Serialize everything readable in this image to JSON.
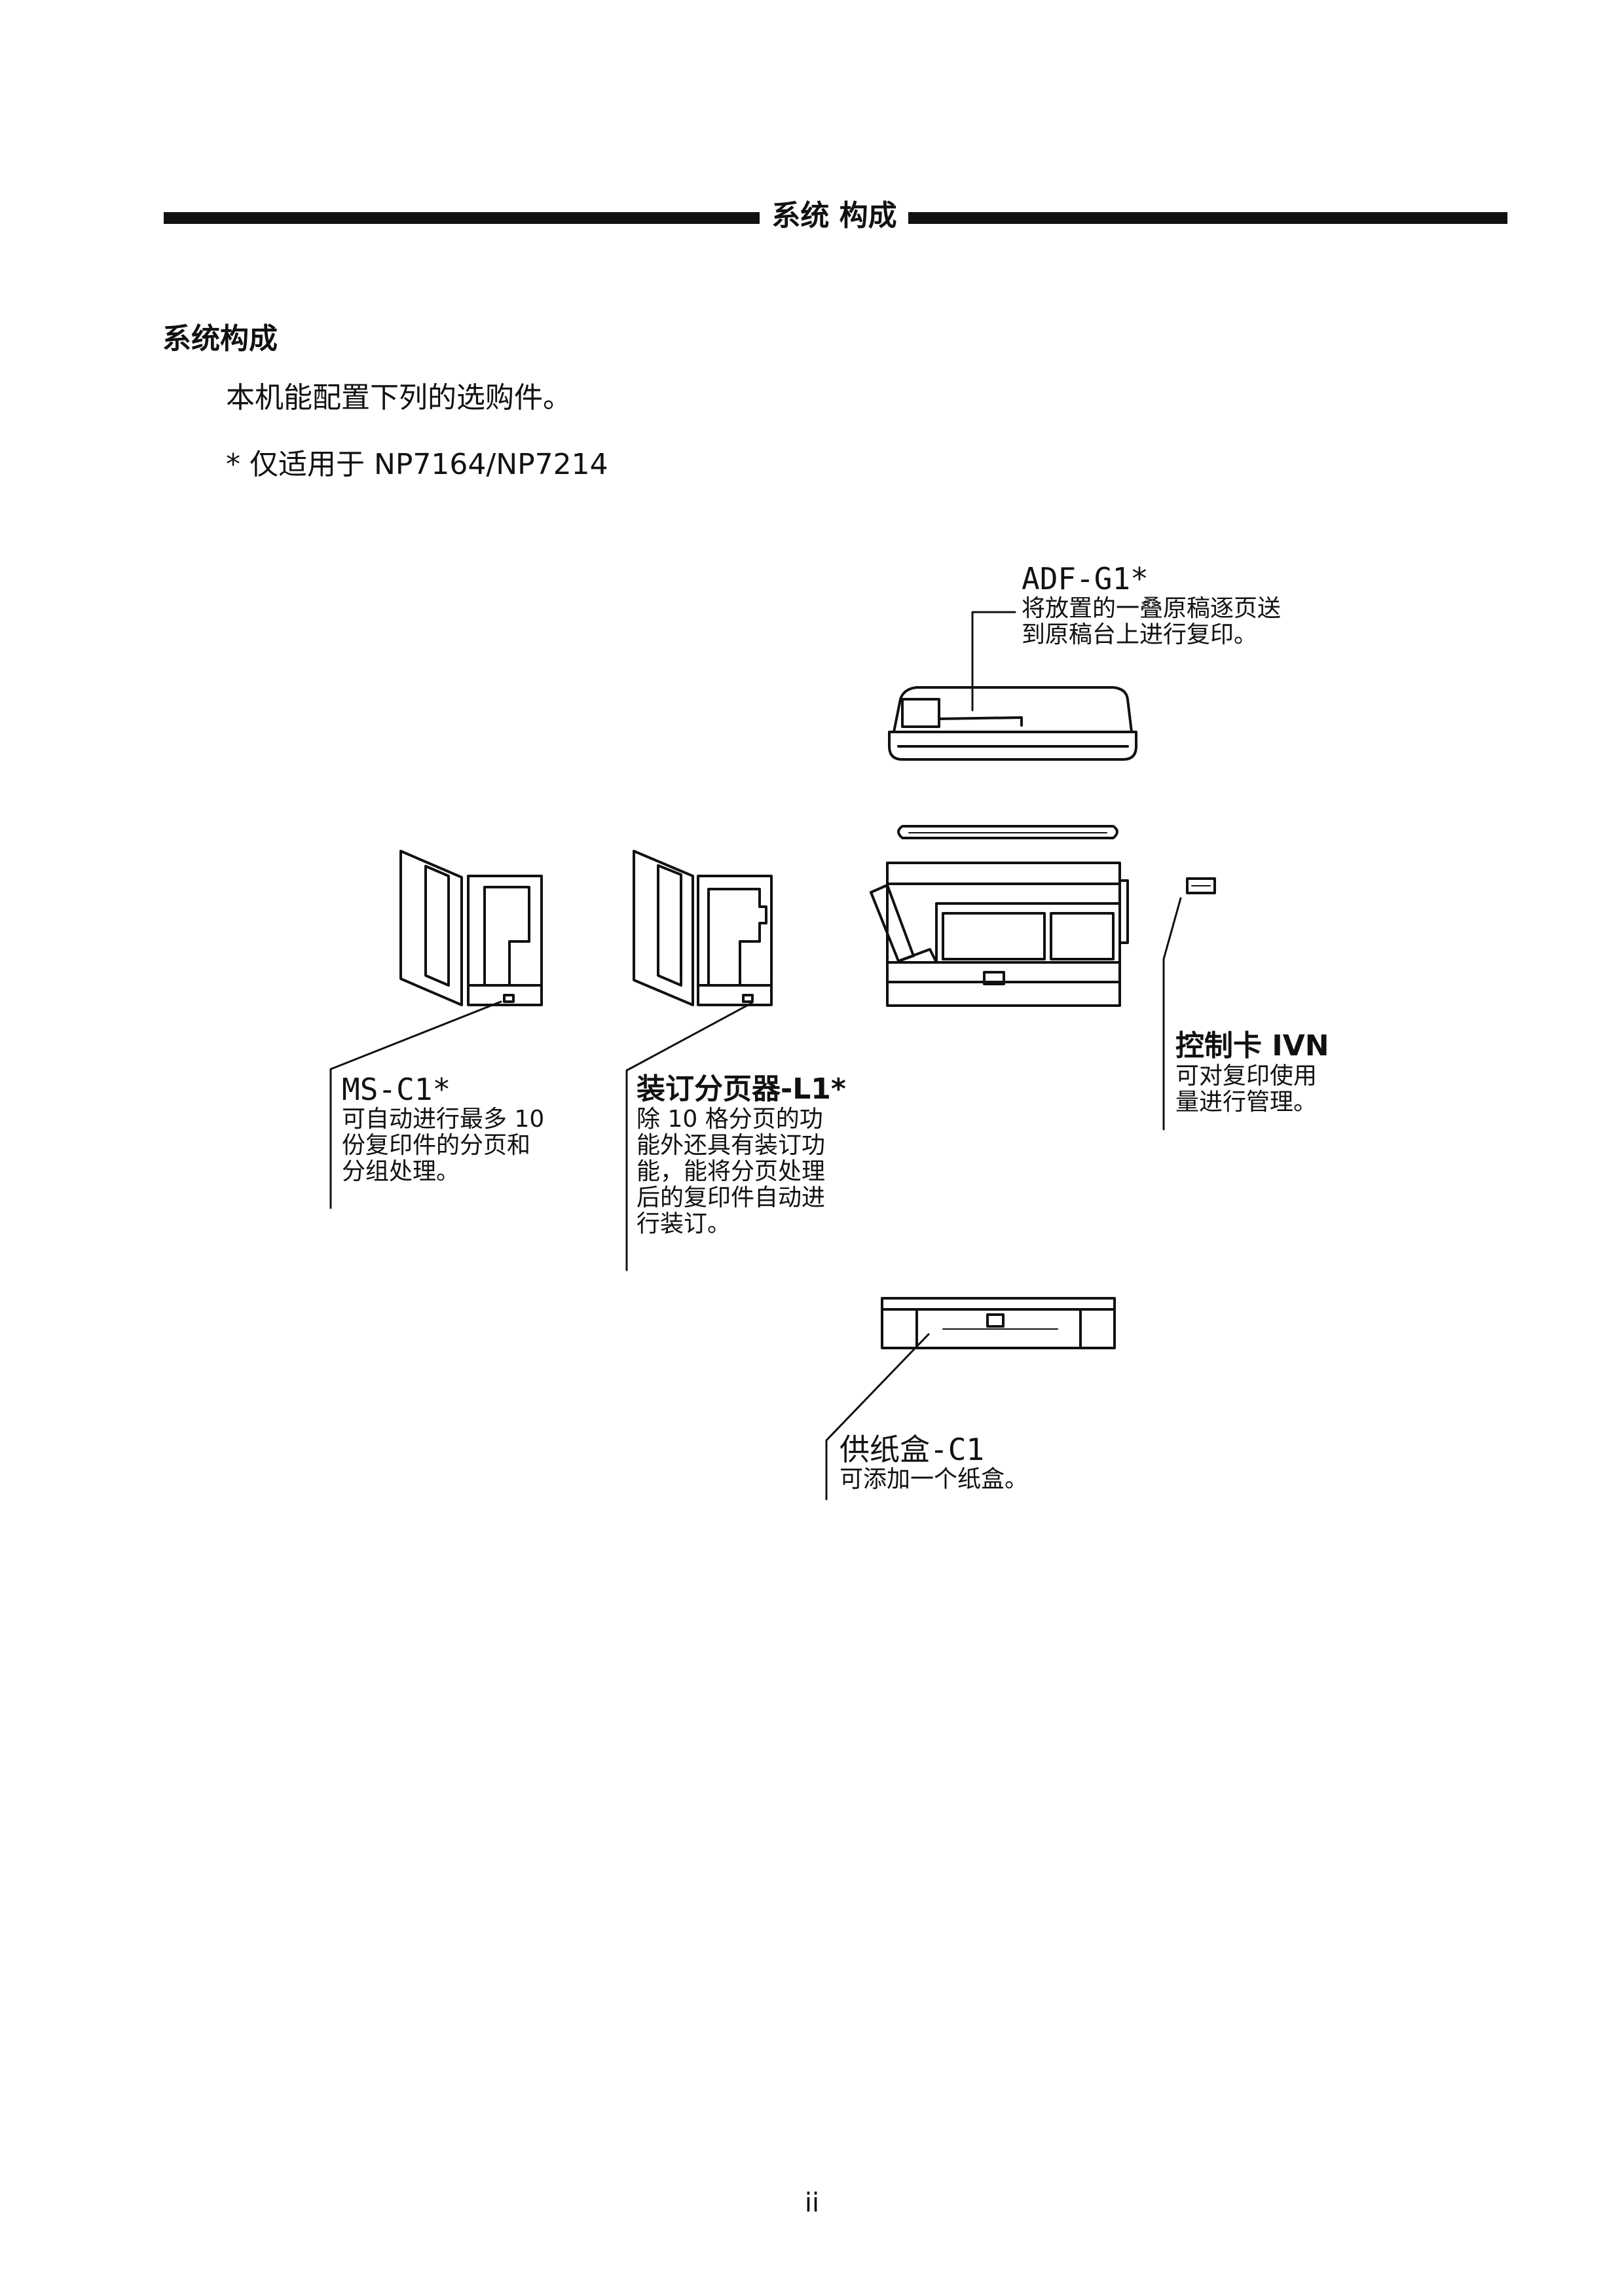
{
  "header": {
    "title": "系统 构成"
  },
  "section": {
    "title": "系统构成",
    "intro": "本机能配置下列的选购件。",
    "note": "* 仅适用于 NP7164/NP7214"
  },
  "options": {
    "adf": {
      "name": "ADF-G1*",
      "desc": "将放置的一叠原稿逐页送\n到原稿台上进行复印。"
    },
    "msc1": {
      "name": "MS-C1*",
      "desc": "可自动进行最多 10\n份复印件的分页和\n分组处理。"
    },
    "stapler": {
      "name": "装订分页器-L1*",
      "desc": "除 10 格分页的功\n能外还具有装订功\n能，能将分页处理\n后的复印件自动进\n行装订。"
    },
    "card": {
      "name": "控制卡 IVN",
      "desc": "可对复印使用\n量进行管理。"
    },
    "tray": {
      "name": "供纸盒-C1",
      "desc": "可添加一个纸盒。"
    }
  },
  "footer": {
    "page_number": "ii"
  }
}
